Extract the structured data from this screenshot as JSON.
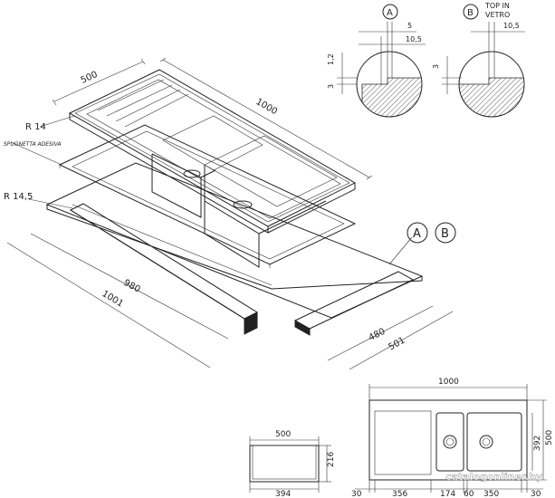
{
  "iso": {
    "dim_width": "1000",
    "dim_depth": "500",
    "radius_top": "R 14",
    "radius_bottom": "R 14,5",
    "adhesive_label": "SPUGNETTA ADESIVA",
    "dim_cutout_length": "980",
    "dim_overall_length": "1001",
    "dim_cutout_depth": "480",
    "dim_overall_depth": "501",
    "callout_a": "A",
    "callout_b": "B"
  },
  "detail_a": {
    "label": "A",
    "dim_5": "5",
    "dim_10_5": "10,5",
    "dim_1_2": "1,2",
    "dim_3": "3"
  },
  "detail_b": {
    "label": "B",
    "note_line1": "TOP IN",
    "note_line2": "VETRO",
    "dim_10_5": "10,5",
    "dim_3": "3"
  },
  "plan_small": {
    "dim_top": "500",
    "dim_bottom": "394",
    "dim_side": "216"
  },
  "plan_large": {
    "dim_top": "1000",
    "dim_392": "392",
    "dim_500": "500",
    "bottom_dims": [
      "30",
      "356",
      "174",
      "60",
      "350",
      "30"
    ]
  },
  "watermark": "catalogonliner.by"
}
